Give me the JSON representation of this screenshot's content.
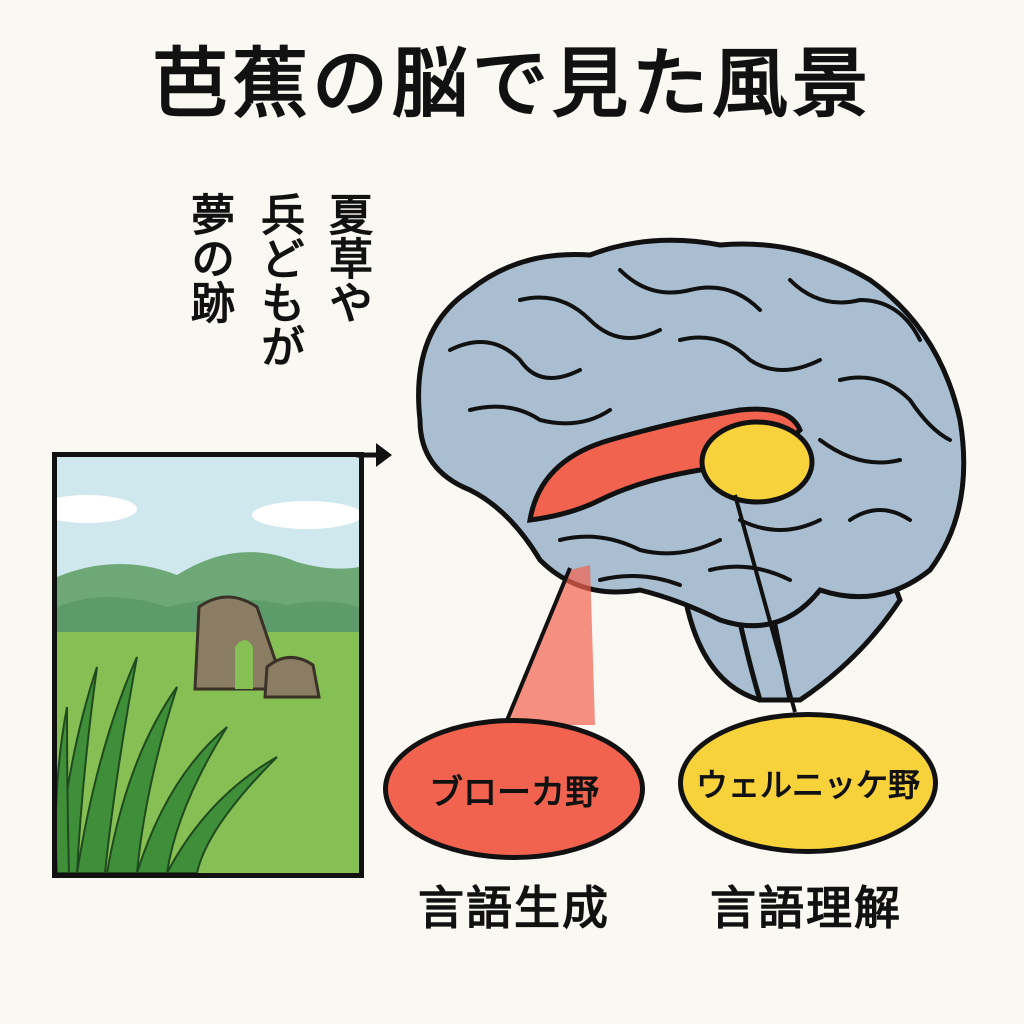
{
  "title": "芭蕉の脳で見た風景",
  "haiku": {
    "line1": "夏草や",
    "line2": "兵どもが",
    "line3": "夢の跡"
  },
  "regions": {
    "broca": {
      "label": "ブローカ野",
      "function": "言語生成",
      "color": "#f2634f"
    },
    "wernicke": {
      "label": "ウェルニッケ野",
      "function": "言語理解",
      "color": "#f7d23b"
    }
  },
  "colors": {
    "brain": "#a9bfd1",
    "grass": "#86bf54",
    "mountain": "#5e9b6a",
    "ruin": "#8b7d64",
    "sky": "#cfe8ee"
  }
}
